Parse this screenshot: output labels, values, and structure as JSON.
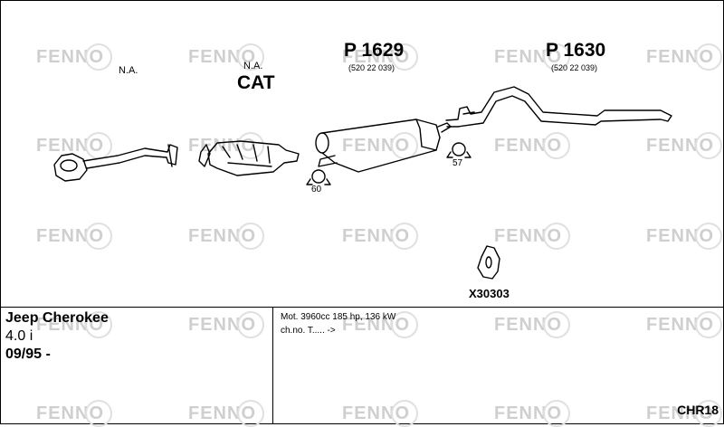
{
  "watermark": "FENNO",
  "parts": {
    "downpipe": {
      "na": "N.A."
    },
    "cat": {
      "na": "N.A.",
      "label": "CAT"
    },
    "centre_silencer": {
      "part_no": "P 1629",
      "oem": "(520 22 039)",
      "clamp": "60"
    },
    "rear_silencer": {
      "part_no": "P 1630",
      "oem": "(520 22 039)",
      "clamp": "57"
    },
    "rubber_mount": {
      "part_no": "X30303"
    }
  },
  "vehicle": {
    "model": "Jeep Cherokee",
    "engine": "4.0 i",
    "years": "09/95 -"
  },
  "spec": {
    "motor": "Mot. 3960cc 185 hp, 136 kW",
    "chassis": "ch.no. T..... ->"
  },
  "code": "CHR18"
}
